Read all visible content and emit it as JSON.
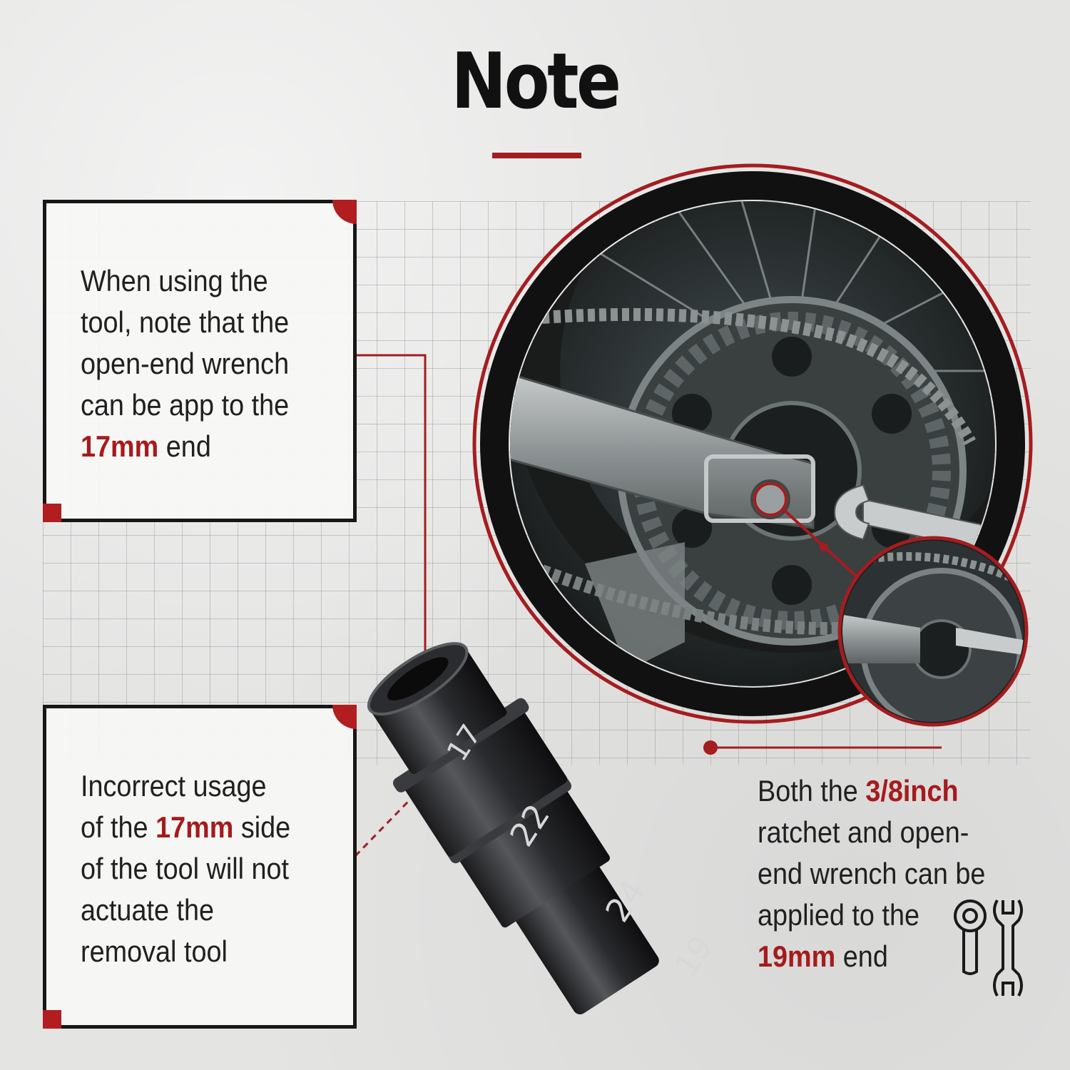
{
  "title": "Note",
  "colors": {
    "accent": "#a41d1f",
    "dark": "#171717",
    "background": "#e4e4e3"
  },
  "card_top": {
    "lines": [
      "When using the",
      "tool, note that the",
      "open-end wrench",
      "can be app to the"
    ],
    "highlight": "17mm",
    "tail": " end"
  },
  "card_bottom": {
    "line1": "Incorrect usage",
    "line2_pre": "of the ",
    "line2_highlight": "17mm",
    "line2_post": " side",
    "line3": "of the tool will not",
    "line4": "actuate the",
    "line5": "removal tool"
  },
  "right_note": {
    "line1_pre": "Both the ",
    "line1_highlight": "3/8inch",
    "line2": "ratchet and open-",
    "line3": "end wrench can be",
    "line4": "applied to the",
    "line5_highlight": "19mm",
    "line5_post": " end"
  },
  "tool_labels": [
    "17",
    "22",
    "24",
    "19"
  ],
  "icons": [
    "ratchet-icon",
    "wrench-icon"
  ]
}
